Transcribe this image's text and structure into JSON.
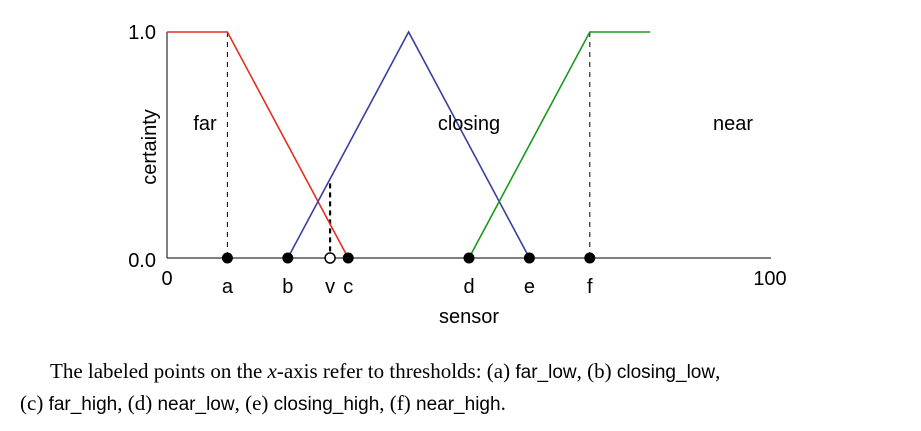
{
  "chart_data": {
    "type": "line",
    "xlabel": "sensor",
    "ylabel": "certainty",
    "xlim": [
      0,
      100
    ],
    "ylim": [
      0.0,
      1.0
    ],
    "y_ticks": [
      "1.0",
      "0.0"
    ],
    "x_end_labels": [
      "0",
      "100"
    ],
    "thresholds": [
      {
        "label": "a",
        "x": 10
      },
      {
        "label": "b",
        "x": 20
      },
      {
        "label": "c",
        "x": 30
      },
      {
        "label": "d",
        "x": 50
      },
      {
        "label": "e",
        "x": 60
      },
      {
        "label": "f",
        "x": 70
      }
    ],
    "input_marker": {
      "label": "v",
      "x": 27,
      "y": 0.33
    },
    "series": [
      {
        "name": "far",
        "color": "#e03020",
        "x": [
          0,
          10,
          30
        ],
        "y": [
          1.0,
          1.0,
          0.0
        ]
      },
      {
        "name": "closing",
        "color": "#3a3fa0",
        "x": [
          20,
          40,
          60
        ],
        "y": [
          0.0,
          1.0,
          0.0
        ]
      },
      {
        "name": "near",
        "color": "#1a9a1a",
        "x": [
          50,
          70,
          80
        ],
        "y": [
          0.0,
          1.0,
          1.0
        ]
      }
    ]
  },
  "caption": {
    "line1_prefix": "The labeled points on the ",
    "line1_var": "x",
    "line1_mid": "-axis refer to thresholds: (a) ",
    "far_low": "far_low",
    "sep_b": ", (b) ",
    "closing_low": "closing_low",
    "line1_end": ",",
    "line2_c": "(c) ",
    "far_high": "far_high",
    "sep_d": ", (d) ",
    "near_low": "near_low",
    "sep_e": ", (e) ",
    "closing_high": "closing_high",
    "sep_f": ", (f) ",
    "near_high": "near_high",
    "line2_end": "."
  }
}
